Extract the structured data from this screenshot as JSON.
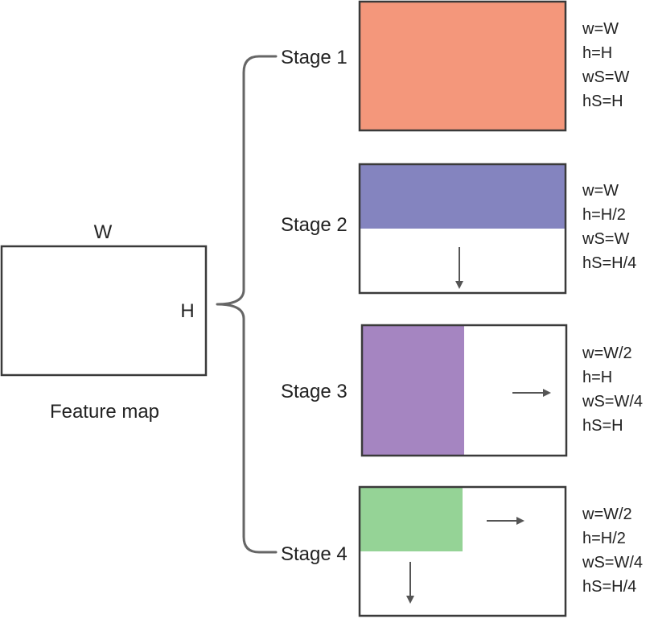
{
  "feature_map": {
    "width_label": "W",
    "height_label": "H",
    "caption": "Feature map"
  },
  "stages": [
    {
      "label": "Stage 1",
      "params": [
        "w=W",
        "h=H",
        "wS=W",
        "hS=H"
      ],
      "fill_color": "#F4977B",
      "fill_fraction_w": 1.0,
      "fill_fraction_h": 1.0,
      "slide_arrows": []
    },
    {
      "label": "Stage 2",
      "params": [
        "w=W",
        "h=H/2",
        "wS=W",
        "hS=H/4"
      ],
      "fill_color": "#8484BF",
      "fill_fraction_w": 1.0,
      "fill_fraction_h": 0.5,
      "slide_arrows": [
        "down"
      ]
    },
    {
      "label": "Stage 3",
      "params": [
        "w=W/2",
        "h=H",
        "wS=W/4",
        "hS=H"
      ],
      "fill_color": "#A585C1",
      "fill_fraction_w": 0.5,
      "fill_fraction_h": 1.0,
      "slide_arrows": [
        "right"
      ]
    },
    {
      "label": "Stage 4",
      "params": [
        "w=W/2",
        "h=H/2",
        "wS=W/4",
        "hS=H/4"
      ],
      "fill_color": "#95D396",
      "fill_fraction_w": 0.5,
      "fill_fraction_h": 0.5,
      "slide_arrows": [
        "right",
        "down"
      ]
    }
  ],
  "colors": {
    "stroke": "#3a3a3a",
    "bracket": "#666666",
    "arrow": "#555555"
  }
}
